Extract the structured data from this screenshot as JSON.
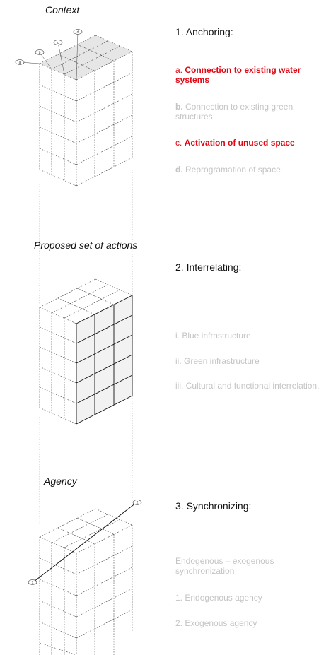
{
  "sections": [
    {
      "label": "Context",
      "heading": "1. Anchoring:",
      "items": [
        {
          "prefix": "a.",
          "text": "Connection to existing water systems",
          "active": true
        },
        {
          "prefix": "b.",
          "text": "Connection to existing green structures",
          "active": false
        },
        {
          "prefix": "c.",
          "text": "Activation of unused space",
          "active": true
        },
        {
          "prefix": "d.",
          "text": "Reprogramation of space",
          "active": false
        }
      ]
    },
    {
      "label": "Proposed set of actions",
      "heading": "2. Interrelating:",
      "items": [
        {
          "text": "i. Blue infrastructure"
        },
        {
          "text": "ii. Green infrastructure"
        },
        {
          "text": "iii. Cultural and functional interrelation."
        }
      ]
    },
    {
      "label": "Agency",
      "heading": "3. Synchronizing:",
      "items": [
        {
          "text": "Endogenous – exogenous synchronization"
        },
        {
          "text": "1. Endogenous agency"
        },
        {
          "text": "2. Exogenous agency"
        }
      ]
    }
  ],
  "markers": {
    "context": [
      "a",
      "b",
      "c",
      "d"
    ],
    "agency": [
      "1",
      "2"
    ]
  },
  "colors": {
    "active": "#e30613",
    "inactive": "#c4c4c4",
    "text": "#111111"
  }
}
